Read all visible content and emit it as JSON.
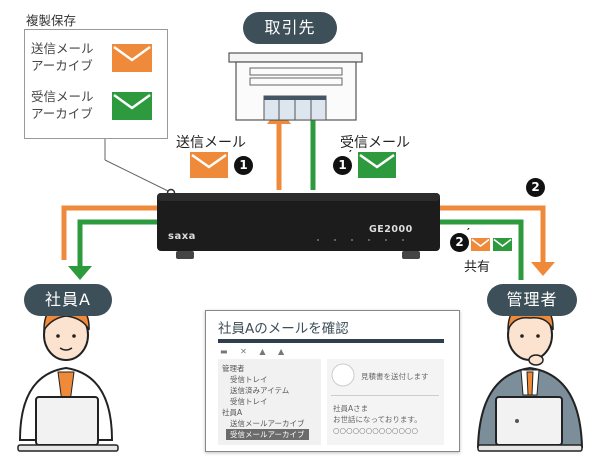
{
  "nodes": {
    "partner": "取引先",
    "employee": "社員A",
    "admin": "管理者"
  },
  "archive": {
    "title": "複製保存",
    "sent_line1": "送信メール",
    "sent_line2": "アーカイブ",
    "received_line1": "受信メール",
    "received_line2": "アーカイブ"
  },
  "flows": {
    "sent_label": "送信メール",
    "received_label": "受信メール",
    "shared_label": "共有",
    "badge_1": "1",
    "badge_1_prime": "1",
    "badge_2": "2",
    "badge_2_prime": "2",
    "prime_mark": "′"
  },
  "device": {
    "brand": "saxa",
    "model": "GE2000"
  },
  "screen": {
    "title": "社員Aのメールを確認",
    "folders": [
      "管理者",
      "受信トレイ",
      "送信済みアイテム",
      "受信トレイ",
      "社員A",
      "送信メールアーカイブ",
      "受信メールアーカイブ"
    ],
    "subject": "見積書を送付します",
    "greeting": "社員Aさま",
    "body": "お世話になっております。",
    "body_placeholder": "○○○○○○○○○○○○○"
  },
  "colors": {
    "orange": "#ef8a3a",
    "green": "#2e9a3e",
    "pill": "#3d4f58",
    "device": "#1c1c1c"
  },
  "icons": [
    "mail-envelope-icon",
    "building-icon",
    "person-icon",
    "laptop-icon"
  ]
}
